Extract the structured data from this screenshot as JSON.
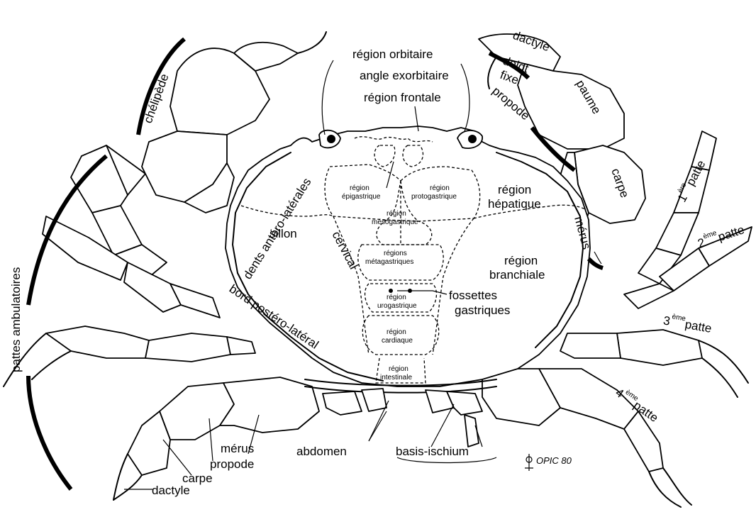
{
  "labels": {
    "region_orbitaire": "région orbitaire",
    "angle_exorbitaire": "angle exorbitaire",
    "region_frontale": "région frontale",
    "dactyle_top": "dactyle",
    "doigt": "doigt",
    "fixe": "fixe",
    "propode_top": "propode",
    "paume": "paume",
    "carpe_right": "carpe",
    "chelipede": "chélipède",
    "dents_antero_laterales": "dents antéro-latérales",
    "region_hepatique_1": "région",
    "region_hepatique_2": "hépatique",
    "sillon_cervical_1": "sillon",
    "sillon_cervical_2": "cervical",
    "merus_right": "mérus",
    "region_branchiale_1": "région",
    "region_branchiale_2": "branchiale",
    "fossettes_1": "fossettes",
    "fossettes_2": "gastriques",
    "bord_postero_lateral": "bord postéro-latéral",
    "pattes_ambulatoires": "pattes ambulatoires",
    "patte1": "patte",
    "patte1_sup": "ère",
    "patte1_num": "1",
    "patte2": "patte",
    "patte2_sup": "ème",
    "patte2_num": "2",
    "patte3": "patte",
    "patte3_sup": "ème",
    "patte3_num": "3",
    "patte4": "patte",
    "patte4_sup": "ème",
    "patte4_num": "4",
    "merus_left": "mérus",
    "propode_left": "propode",
    "carpe_left": "carpe",
    "dactyle_left": "dactyle",
    "abdomen": "abdomen",
    "basis_ischium": "basis-ischium",
    "signature": "OPIC 80"
  },
  "regions": {
    "epigastrique_1": "région",
    "epigastrique_2": "épigastrique",
    "protogastrique_1": "région",
    "protogastrique_2": "protogastrique",
    "mesogastrique_1": "région",
    "mesogastrique_2": "mésogastrique",
    "metagastriques_1": "régions",
    "metagastriques_2": "métagastriques",
    "urogastrique_1": "région",
    "urogastrique_2": "urogastrique",
    "cardiaque_1": "région",
    "cardiaque_2": "cardiaque",
    "intestinale_1": "région",
    "intestinale_2": "intestinale"
  }
}
